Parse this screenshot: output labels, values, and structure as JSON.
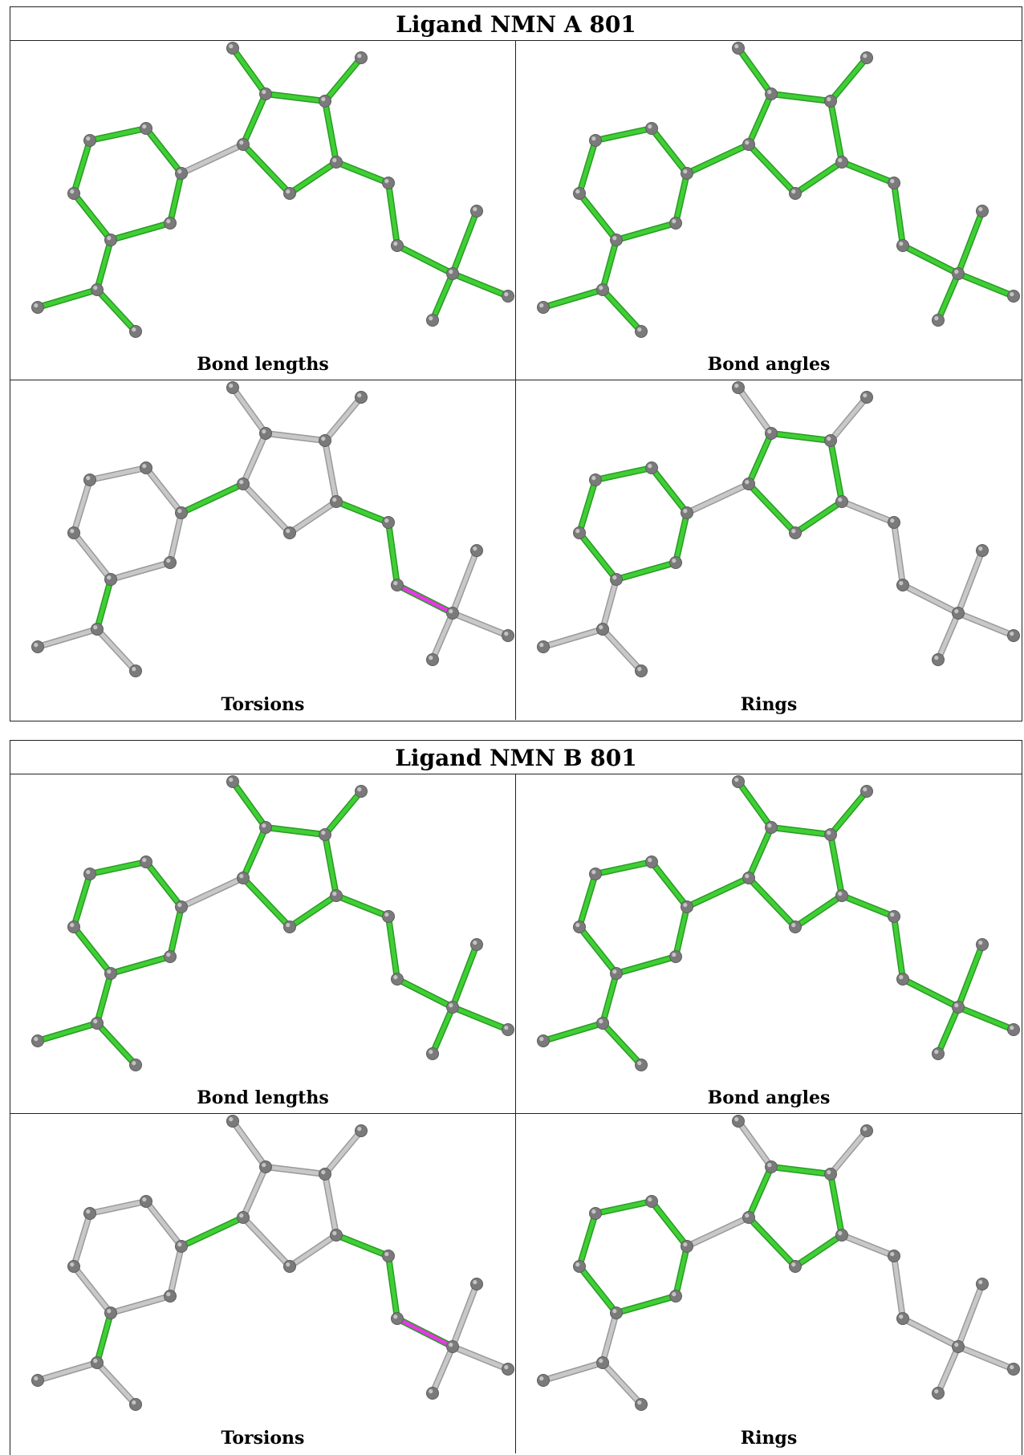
{
  "ligands": [
    {
      "title": "Ligand NMN A 801",
      "panels": [
        {
          "caption": "Bond lengths",
          "highlight": "all"
        },
        {
          "caption": "Bond angles",
          "highlight": "all_plus_linker"
        },
        {
          "caption": "Torsions",
          "highlight": "torsions"
        },
        {
          "caption": "Rings",
          "highlight": "rings"
        }
      ]
    },
    {
      "title": "Ligand NMN B 801",
      "panels": [
        {
          "caption": "Bond lengths",
          "highlight": "all"
        },
        {
          "caption": "Bond angles",
          "highlight": "all_plus_linker"
        },
        {
          "caption": "Torsions",
          "highlight": "torsions"
        },
        {
          "caption": "Rings",
          "highlight": "rings"
        }
      ]
    }
  ],
  "colors": {
    "ok_bond": "#3fcf35",
    "outlier_bond": "#e03ce0",
    "neutral_bond": "#c8c8c8",
    "atom": "#7a7a7a",
    "border": "#222222"
  }
}
